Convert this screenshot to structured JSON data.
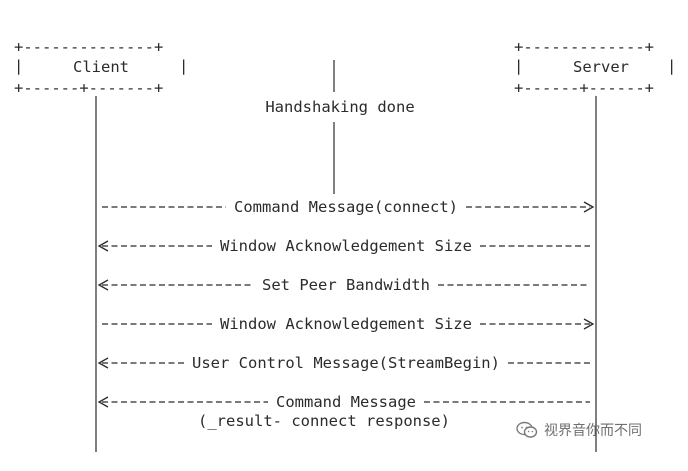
{
  "participants": {
    "client": "Client",
    "server": "Server"
  },
  "middle_note": "Handshaking done",
  "messages": [
    {
      "label": "Command Message(connect)",
      "direction": "right"
    },
    {
      "label": "Window Acknowledgement Size",
      "direction": "left"
    },
    {
      "label": "Set Peer Bandwidth",
      "direction": "left"
    },
    {
      "label": "Window Acknowledgement Size",
      "direction": "right"
    },
    {
      "label": "User Control Message(StreamBegin)",
      "direction": "left"
    },
    {
      "label": "Command Message",
      "sublabel": "(_result- connect response)",
      "direction": "left"
    }
  ],
  "watermark": {
    "text": "视界音你而不同",
    "icon": "wechat-icon"
  },
  "colors": {
    "ink": "#2b2b2b",
    "watermark": "#6f6f6f"
  }
}
